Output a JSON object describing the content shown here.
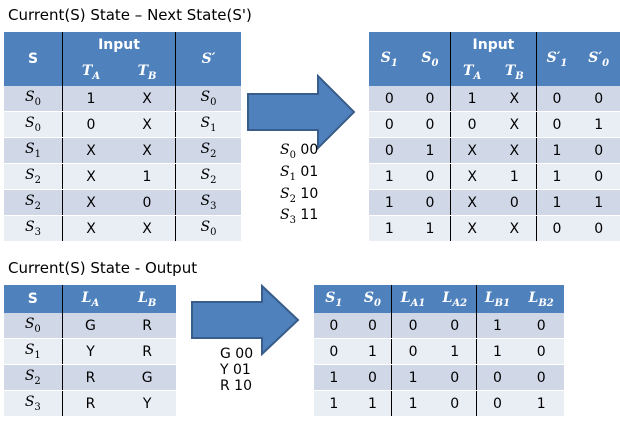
{
  "section1": {
    "title": "Current(S) State – Next State(S')",
    "table1": {
      "h_s": "S",
      "h_input": "Input",
      "h_ta": "T",
      "h_ta_sub": "A",
      "h_tb": "T",
      "h_tb_sub": "B",
      "h_snext": "S′",
      "rows": [
        {
          "s": "S",
          "s_sub": "0",
          "ta": "1",
          "tb": "X",
          "n": "S",
          "n_sub": "0"
        },
        {
          "s": "S",
          "s_sub": "0",
          "ta": "0",
          "tb": "X",
          "n": "S",
          "n_sub": "1"
        },
        {
          "s": "S",
          "s_sub": "1",
          "ta": "X",
          "tb": "X",
          "n": "S",
          "n_sub": "2"
        },
        {
          "s": "S",
          "s_sub": "2",
          "ta": "X",
          "tb": "1",
          "n": "S",
          "n_sub": "2"
        },
        {
          "s": "S",
          "s_sub": "2",
          "ta": "X",
          "tb": "0",
          "n": "S",
          "n_sub": "3"
        },
        {
          "s": "S",
          "s_sub": "3",
          "ta": "X",
          "tb": "X",
          "n": "S",
          "n_sub": "0"
        }
      ]
    },
    "encoding": [
      {
        "s": "S",
        "sub": "0",
        "code": "00"
      },
      {
        "s": "S",
        "sub": "1",
        "code": "01"
      },
      {
        "s": "S",
        "sub": "2",
        "code": "10"
      },
      {
        "s": "S",
        "sub": "3",
        "code": "11"
      }
    ],
    "table2": {
      "h_s1": "S",
      "h_s1_sub": "1",
      "h_s0": "S",
      "h_s0_sub": "0",
      "h_input": "Input",
      "h_ta": "T",
      "h_ta_sub": "A",
      "h_tb": "T",
      "h_tb_sub": "B",
      "h_n1": "S′",
      "h_n1_sub": "1",
      "h_n0": "S′",
      "h_n0_sub": "0",
      "rows": [
        [
          "0",
          "0",
          "1",
          "X",
          "0",
          "0"
        ],
        [
          "0",
          "0",
          "0",
          "X",
          "0",
          "1"
        ],
        [
          "0",
          "1",
          "X",
          "X",
          "1",
          "0"
        ],
        [
          "1",
          "0",
          "X",
          "1",
          "1",
          "0"
        ],
        [
          "1",
          "0",
          "X",
          "0",
          "1",
          "1"
        ],
        [
          "1",
          "1",
          "X",
          "X",
          "0",
          "0"
        ]
      ]
    }
  },
  "section2": {
    "title": "Current(S) State - Output",
    "table3": {
      "h_s": "S",
      "h_la": "L",
      "h_la_sub": "A",
      "h_lb": "L",
      "h_lb_sub": "B",
      "rows": [
        {
          "s": "S",
          "s_sub": "0",
          "la": "G",
          "lb": "R"
        },
        {
          "s": "S",
          "s_sub": "1",
          "la": "Y",
          "lb": "R"
        },
        {
          "s": "S",
          "s_sub": "2",
          "la": "R",
          "lb": "G"
        },
        {
          "s": "S",
          "s_sub": "3",
          "la": "R",
          "lb": "Y"
        }
      ]
    },
    "encoding": [
      "G 00",
      "Y 01",
      "R 10"
    ],
    "table4": {
      "h_s1": "S",
      "h_s1_sub": "1",
      "h_s0": "S",
      "h_s0_sub": "0",
      "h_la1": "L",
      "h_la1_sub": "A1",
      "h_la2": "L",
      "h_la2_sub": "A2",
      "h_lb1": "L",
      "h_lb1_sub": "B1",
      "h_lb2": "L",
      "h_lb2_sub": "B2",
      "rows": [
        [
          "0",
          "0",
          "0",
          "0",
          "1",
          "0"
        ],
        [
          "0",
          "1",
          "0",
          "1",
          "1",
          "0"
        ],
        [
          "1",
          "0",
          "1",
          "0",
          "0",
          "0"
        ],
        [
          "1",
          "1",
          "1",
          "0",
          "0",
          "1"
        ]
      ]
    }
  },
  "colors": {
    "header": "#4F81BD",
    "row_odd": "#D0D8E8",
    "row_even": "#E9EDF4",
    "arrow": "#4F81BD"
  }
}
